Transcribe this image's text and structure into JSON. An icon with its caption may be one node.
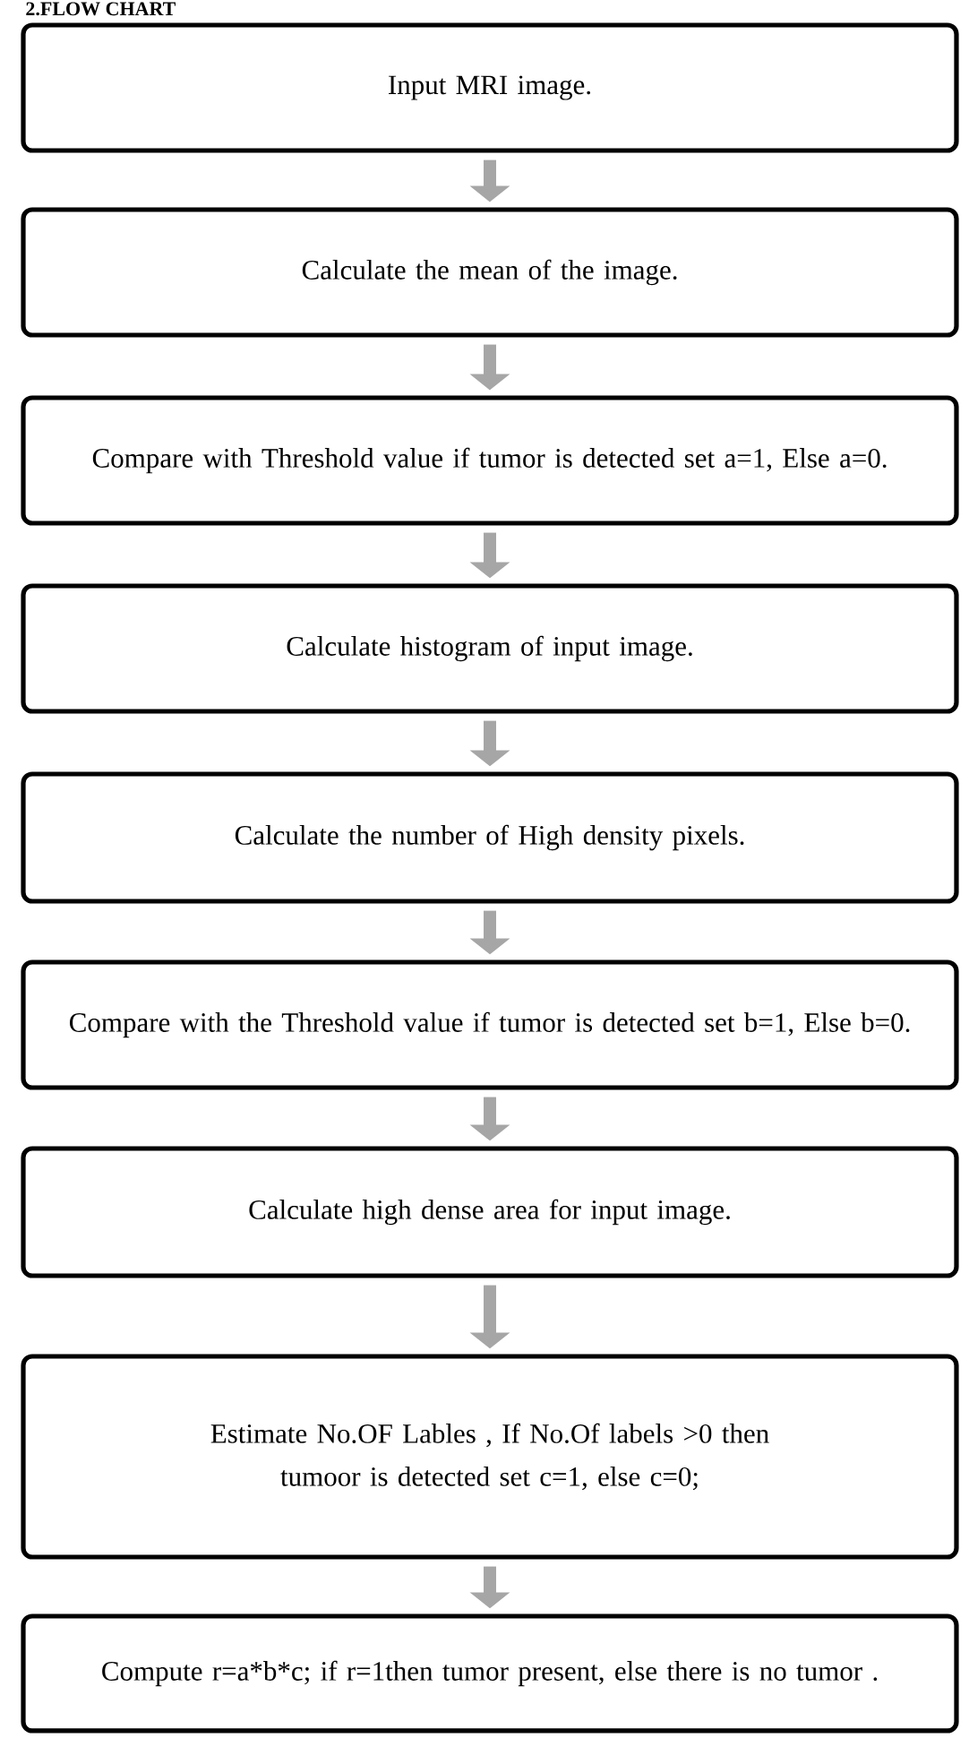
{
  "diagram": {
    "title": "2.FLOW CHART",
    "nodes": [
      {
        "text": [
          "Input MRI image."
        ]
      },
      {
        "text": [
          "Calculate the mean of the image."
        ]
      },
      {
        "text": [
          "Compare with Threshold value if tumor is detected set a=1, Else a=0."
        ]
      },
      {
        "text": [
          "Calculate histogram of input image."
        ]
      },
      {
        "text": [
          "Calculate the number of High density pixels."
        ]
      },
      {
        "text": [
          "Compare with the Threshold value if tumor is detected set b=1, Else b=0."
        ]
      },
      {
        "text": [
          "Calculate high dense area for input image."
        ]
      },
      {
        "text": [
          "Estimate No.OF Lables , If No.Of labels >0 then",
          "tumoor is detected set c=1, else c=0;"
        ]
      },
      {
        "text": [
          "Compute r=a*b*c; if r=1then tumor present, else there is no tumor ."
        ]
      }
    ],
    "edges": [
      {
        "from": 0,
        "to": 1,
        "arrow": "to"
      },
      {
        "from": 1,
        "to": 2,
        "arrow": "to"
      },
      {
        "from": 2,
        "to": 3,
        "arrow": "to"
      },
      {
        "from": 3,
        "to": 4,
        "arrow": "to"
      },
      {
        "from": 4,
        "to": 5,
        "arrow": "to"
      },
      {
        "from": 5,
        "to": 6,
        "arrow": "to"
      },
      {
        "from": 6,
        "to": 7,
        "arrow": "to"
      },
      {
        "from": 7,
        "to": 8,
        "arrow": "to"
      }
    ]
  }
}
